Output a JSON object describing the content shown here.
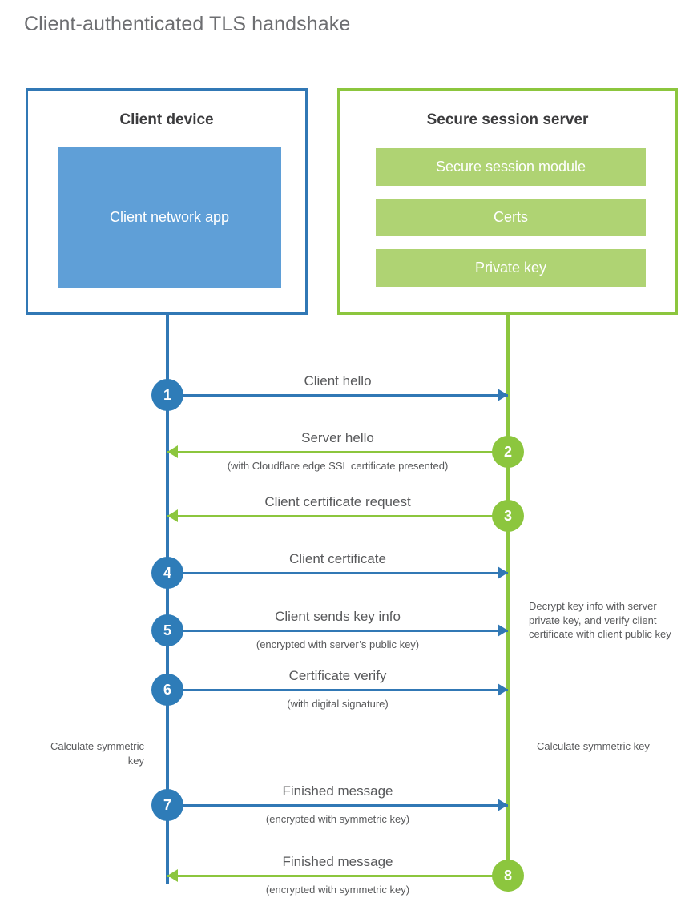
{
  "title": "Client-authenticated TLS handshake",
  "colors": {
    "blue_stroke": "#3178b5",
    "blue_circle": "#2e7cb8",
    "blue_fill": "#5f9fd7",
    "green_stroke": "#8cc63e",
    "green_fill": "#afd373",
    "text": "#58595b",
    "heading": "#6d6e71"
  },
  "client": {
    "title": "Client device",
    "app_label": "Client network app"
  },
  "server": {
    "title": "Secure session server",
    "blocks": [
      {
        "label": "Secure session module"
      },
      {
        "label": "Certs"
      },
      {
        "label": "Private key"
      }
    ]
  },
  "steps": [
    {
      "number": "1",
      "label": "Client hello",
      "sub": "",
      "direction": "right",
      "color": "blue"
    },
    {
      "number": "2",
      "label": "Server hello",
      "sub": "(with Cloudflare edge SSL certificate presented)",
      "direction": "left",
      "color": "green"
    },
    {
      "number": "3",
      "label": "Client certificate request",
      "sub": "",
      "direction": "left",
      "color": "green"
    },
    {
      "number": "4",
      "label": "Client certificate",
      "sub": "",
      "direction": "right",
      "color": "blue"
    },
    {
      "number": "5",
      "label": "Client sends key info",
      "sub": "(encrypted with server’s public key)",
      "direction": "right",
      "color": "blue"
    },
    {
      "number": "6",
      "label": "Certificate verify",
      "sub": "(with digital signature)",
      "direction": "right",
      "color": "blue"
    },
    {
      "number": "7",
      "label": "Finished message",
      "sub": "(encrypted with symmetric key)",
      "direction": "right",
      "color": "blue"
    },
    {
      "number": "8",
      "label": "Finished message",
      "sub": "(encrypted with symmetric key)",
      "direction": "left",
      "color": "green"
    }
  ],
  "notes": {
    "decrypt": "Decrypt key info with server private key, and verify client certificate with client public key",
    "client_calculate": "Calculate symmetric key",
    "server_calculate": "Calculate symmetric key"
  }
}
